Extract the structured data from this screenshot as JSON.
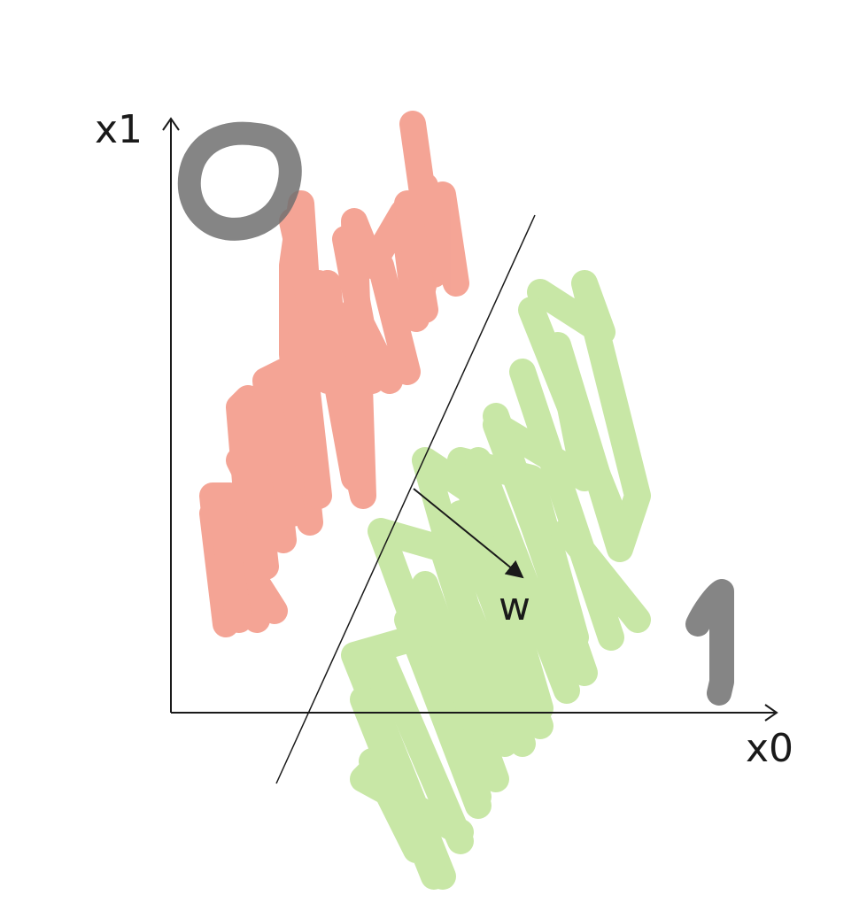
{
  "axes": {
    "x_label": "x0",
    "y_label": "x1"
  },
  "vector": {
    "label": "w"
  },
  "classes": [
    {
      "label": "0",
      "color": "#f4a090"
    },
    {
      "label": "1",
      "color": "#c6e6a2"
    }
  ],
  "colors": {
    "axis": "#1a1a1a",
    "class_marker": "#858585",
    "boundary": "#1a1a1a"
  }
}
